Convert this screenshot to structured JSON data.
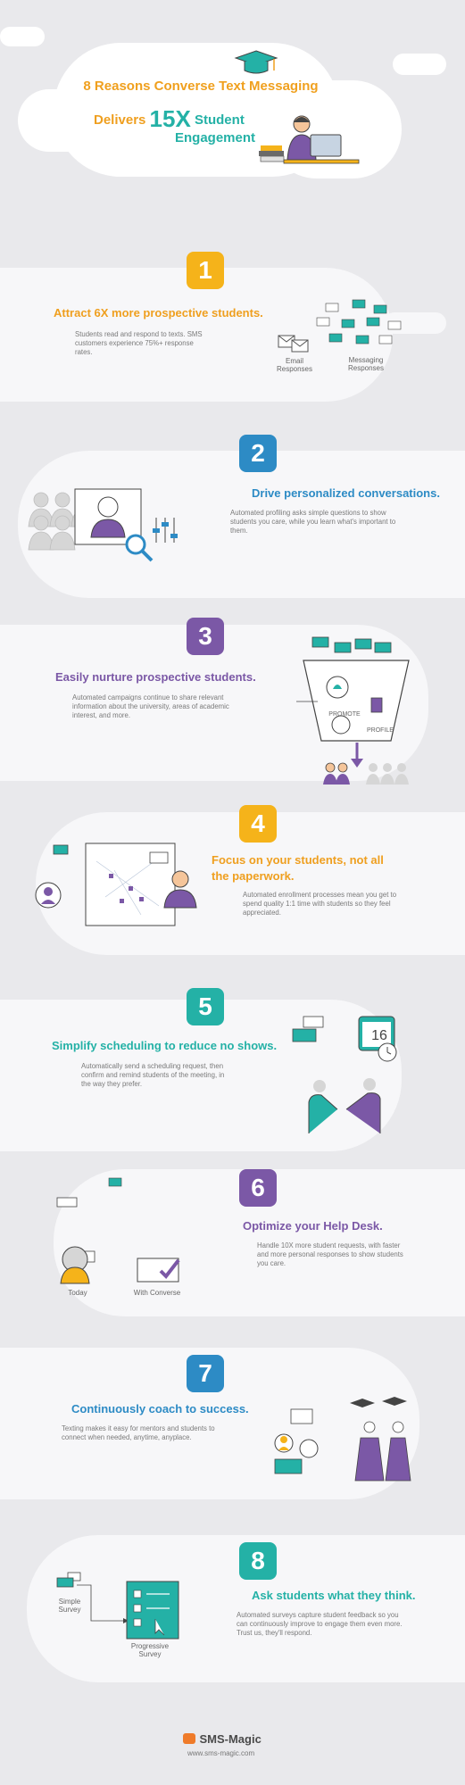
{
  "header": {
    "title_line1": "8 Reasons Converse Text Messaging",
    "title_line2_prefix": "Delivers",
    "title_line2_big": "15X",
    "title_line2_suffix": "Student",
    "title_line3": "Engagement"
  },
  "sections": [
    {
      "number": "1",
      "heading": "Attract 6X more prospective students.",
      "description": "Students read and respond to texts. SMS customers experience 75%+ response rates.",
      "labels": [
        "Email Responses",
        "Messaging Responses"
      ],
      "color": "#f5b31a"
    },
    {
      "number": "2",
      "heading": "Drive personalized conversations.",
      "description": "Automated profiling asks simple questions to show students you care, while you learn what's important to them.",
      "color": "#2d8bc5"
    },
    {
      "number": "3",
      "heading": "Easily nurture prospective students.",
      "description": "Automated campaigns continue to share relevant information about the university, areas of academic interest, and more.",
      "labels": [
        "PROMOTE",
        "PROFILE"
      ],
      "color": "#7b58a6"
    },
    {
      "number": "4",
      "heading_line1": "Focus on your students, not all",
      "heading_line2": "the paperwork.",
      "description": "Automated enrollment processes mean you get to spend quality 1:1 time with students so they feel appreciated.",
      "color": "#f5b31a"
    },
    {
      "number": "5",
      "heading": "Simplify scheduling to reduce no shows.",
      "description": "Automatically send a scheduling request, then confirm and remind students of the meeting, in the way they prefer.",
      "calendar_day": "16",
      "color": "#24b1a6"
    },
    {
      "number": "6",
      "heading": "Optimize your Help Desk.",
      "description": "Handle 10X more student requests, with faster and more personal responses to show students you care.",
      "labels": [
        "Today",
        "With Converse"
      ],
      "color": "#7b58a6"
    },
    {
      "number": "7",
      "heading": "Continuously coach to success.",
      "description": "Texting makes it easy for mentors and students to connect when needed, anytime, anyplace.",
      "color": "#2d8bc5"
    },
    {
      "number": "8",
      "heading": "Ask students what they think.",
      "description": "Automated surveys capture student feedback so you can continuously improve to engage them even more. Trust us, they'll respond.",
      "labels": [
        "Simple Survey",
        "Progressive Survey"
      ],
      "color": "#24b1a6"
    }
  ],
  "footer": {
    "brand": "SMS-Magic",
    "url": "www.sms-magic.com"
  },
  "colors": {
    "teal": "#24b1a6",
    "orange": "#ef9f1f",
    "blue": "#2d8bc5",
    "purple": "#7b58a6",
    "yellow": "#f5b31a"
  }
}
